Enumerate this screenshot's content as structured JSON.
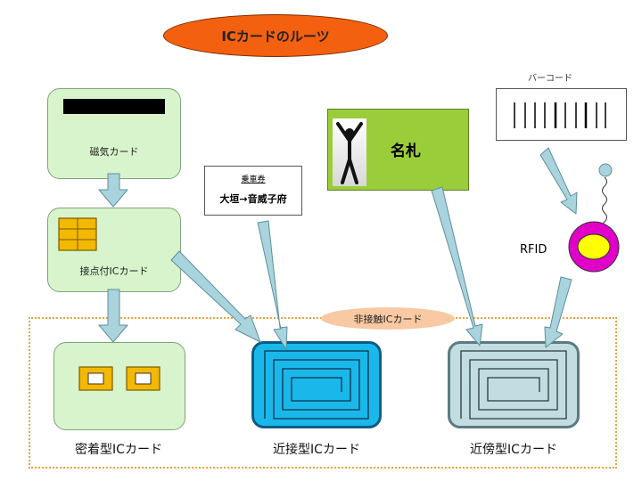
{
  "title": "ICカードのルーツ",
  "magnetic_card": {
    "label": "磁気カード"
  },
  "contact_card": {
    "label": "接点付ICカード"
  },
  "ticket": {
    "header": "乗車券",
    "route": "大垣→音威子府"
  },
  "nameplate": {
    "label": "名札"
  },
  "barcode": {
    "label": "バーコード"
  },
  "rfid": {
    "label": "RFID"
  },
  "contactless_group": {
    "label": "非接触ICカード"
  },
  "bottom_cards": [
    {
      "label": "密着型ICカード"
    },
    {
      "label": "近接型ICカード"
    },
    {
      "label": "近傍型ICカード"
    }
  ],
  "colors": {
    "title_fill": "#f3600f",
    "card_green": "#d8f4cc",
    "proximity_blue": "#1ab8ea",
    "vicinity_gray": "#c2dde1",
    "arrow": "#a9d3dd",
    "nameplate_green": "#9acd3a",
    "rfid_ring": "#e000c8",
    "rfid_core": "#ffff00"
  }
}
